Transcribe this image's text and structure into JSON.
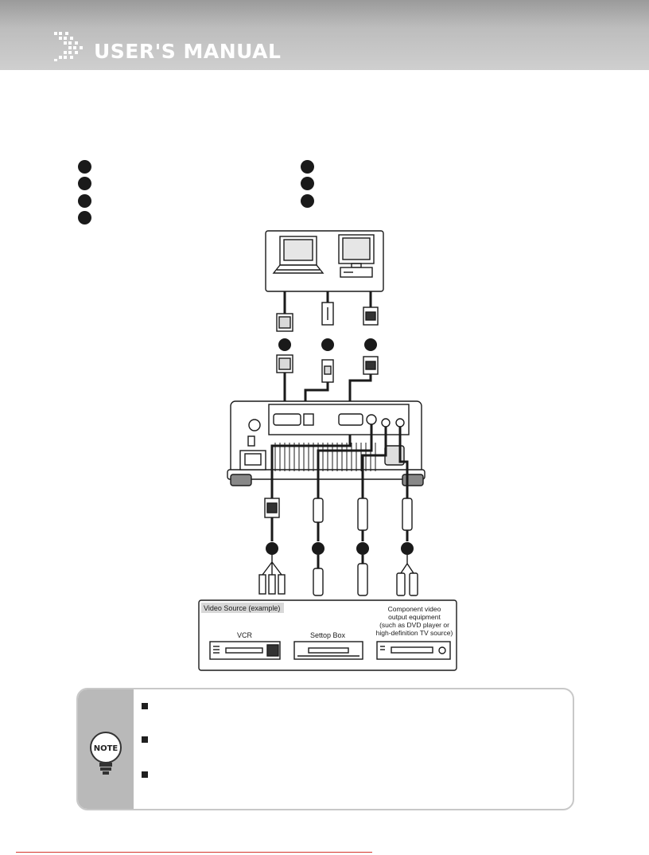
{
  "header": {
    "title": "USER'S MANUAL"
  },
  "diagram": {
    "video_source_label": "Video Source (example)",
    "vcr_label": "VCR",
    "settop_label": "Settop Box",
    "component_label_1": "Component video",
    "component_label_2": "output equipment",
    "component_label_3": "(such as DVD player or",
    "component_label_4": "high-definition TV source)"
  },
  "colors": {
    "header_gray": "#bdbdbd",
    "footer_line": "#d4342c"
  },
  "icons": [
    "chevron-icon",
    "note-bulb-icon",
    "laptop-icon",
    "desktop-icon",
    "projector-icon",
    "vcr-icon",
    "settop-box-icon",
    "dvd-player-icon"
  ]
}
